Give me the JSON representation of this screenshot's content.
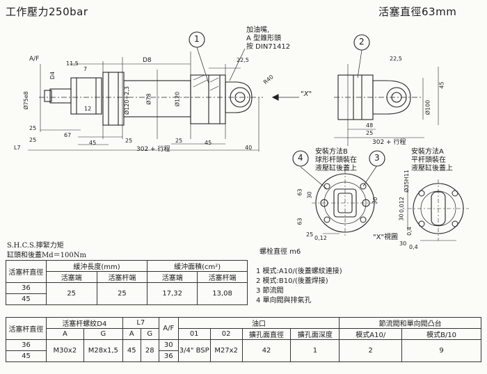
{
  "header": {
    "left_title": "工作壓力250bar",
    "right_title": "活塞直徑63mm"
  },
  "callouts": {
    "c1": "1",
    "c2": "2",
    "c3": "3",
    "c4": "4"
  },
  "annotations": {
    "oil_port_note": [
      "加油嘴,",
      "A 型錐形頭",
      "按 DIN71412"
    ],
    "view_x_arrow": "\"X\"",
    "mount_b": [
      "安裝方法B",
      "球形杆頭裝在",
      "液壓缸後蓋上"
    ],
    "mount_a": [
      "安裝方法A",
      "平杆頭裝在",
      "液壓缸後蓋上"
    ],
    "view_x_label": "\"X\"視圖",
    "screw_dia": "螺栓直徑 m6",
    "torque_title": "S.H.C.S.擰緊力矩",
    "torque_value": "缸頭和後蓋Md＝100Nm"
  },
  "dimensions": {
    "af": "A/F",
    "d4": "D4",
    "d8": "D8",
    "phi75e8": "Ø75e8",
    "n11_5": "11,5",
    "n7": "7",
    "n12": "12",
    "phi120_23": "Ø120+2,3",
    "phi78": "Ø78",
    "phi120": "Ø120",
    "n22_5": "22,5",
    "r40": "R40",
    "n25a": "25",
    "n67": "67",
    "n25b": "25",
    "l7": "L7",
    "n45a": "45",
    "n25c": "25",
    "n25d": "25",
    "n45b": "45",
    "n40": "40",
    "stroke1": "302 + 行程",
    "n22_5b": "22,5",
    "n45c": "45",
    "phi100": "Ø100",
    "n48": "48",
    "n25e": "25",
    "stroke2": "302 + 行程",
    "n63a": "63",
    "n30a": "30",
    "n63b": "63",
    "n25f": "25",
    "n0_12": "0,12",
    "n30b": "30",
    "phi35": "Ø35H11",
    "n0_012": "0,012",
    "n30c": "30",
    "n0_4": "0,4",
    "n30d": "30",
    "n0_4b": "0,4"
  },
  "legend": [
    "1  模式:A10/(後蓋螺紋連接)",
    "2  模式:B10/(後蓋焊接)",
    "3  節流閥",
    "4  單向閥與排氣孔"
  ],
  "table1": {
    "h_rod": "活塞杆直徑",
    "h_cushion_len": "緩沖長度(mm)",
    "h_cushion_area": "緩沖面積(cm²)",
    "h_piston_end": "活塞端",
    "h_rod_end": "活塞杆端",
    "rows": [
      "36",
      "45"
    ],
    "len_piston": "25",
    "len_rod": "25",
    "area_piston": "17,32",
    "area_rod": "13,08"
  },
  "table2": {
    "h_rod": "活塞杆直徑",
    "h_thread": "活塞杆螺紋D4",
    "h_l7": "L7",
    "h_af": "A/F",
    "h_port": "油口",
    "h_boss": "節流閥和單向閥凸台",
    "sub": [
      "A",
      "G",
      "A",
      "G",
      "01",
      "02",
      "擴孔面直徑",
      "擴孔面深度",
      "模式A10/",
      "模式B/10"
    ],
    "rows": [
      "36",
      "45"
    ],
    "thread_a": "M30x2",
    "thread_g": "M28x1,5",
    "l7_a": "45",
    "l7_g": "28",
    "af": [
      "30",
      "36"
    ],
    "port01": "3/4\" BSP",
    "port02": "M27x2",
    "spot_dia": "42",
    "spot_depth": "1",
    "boss_a": "2",
    "boss_b": "9"
  }
}
